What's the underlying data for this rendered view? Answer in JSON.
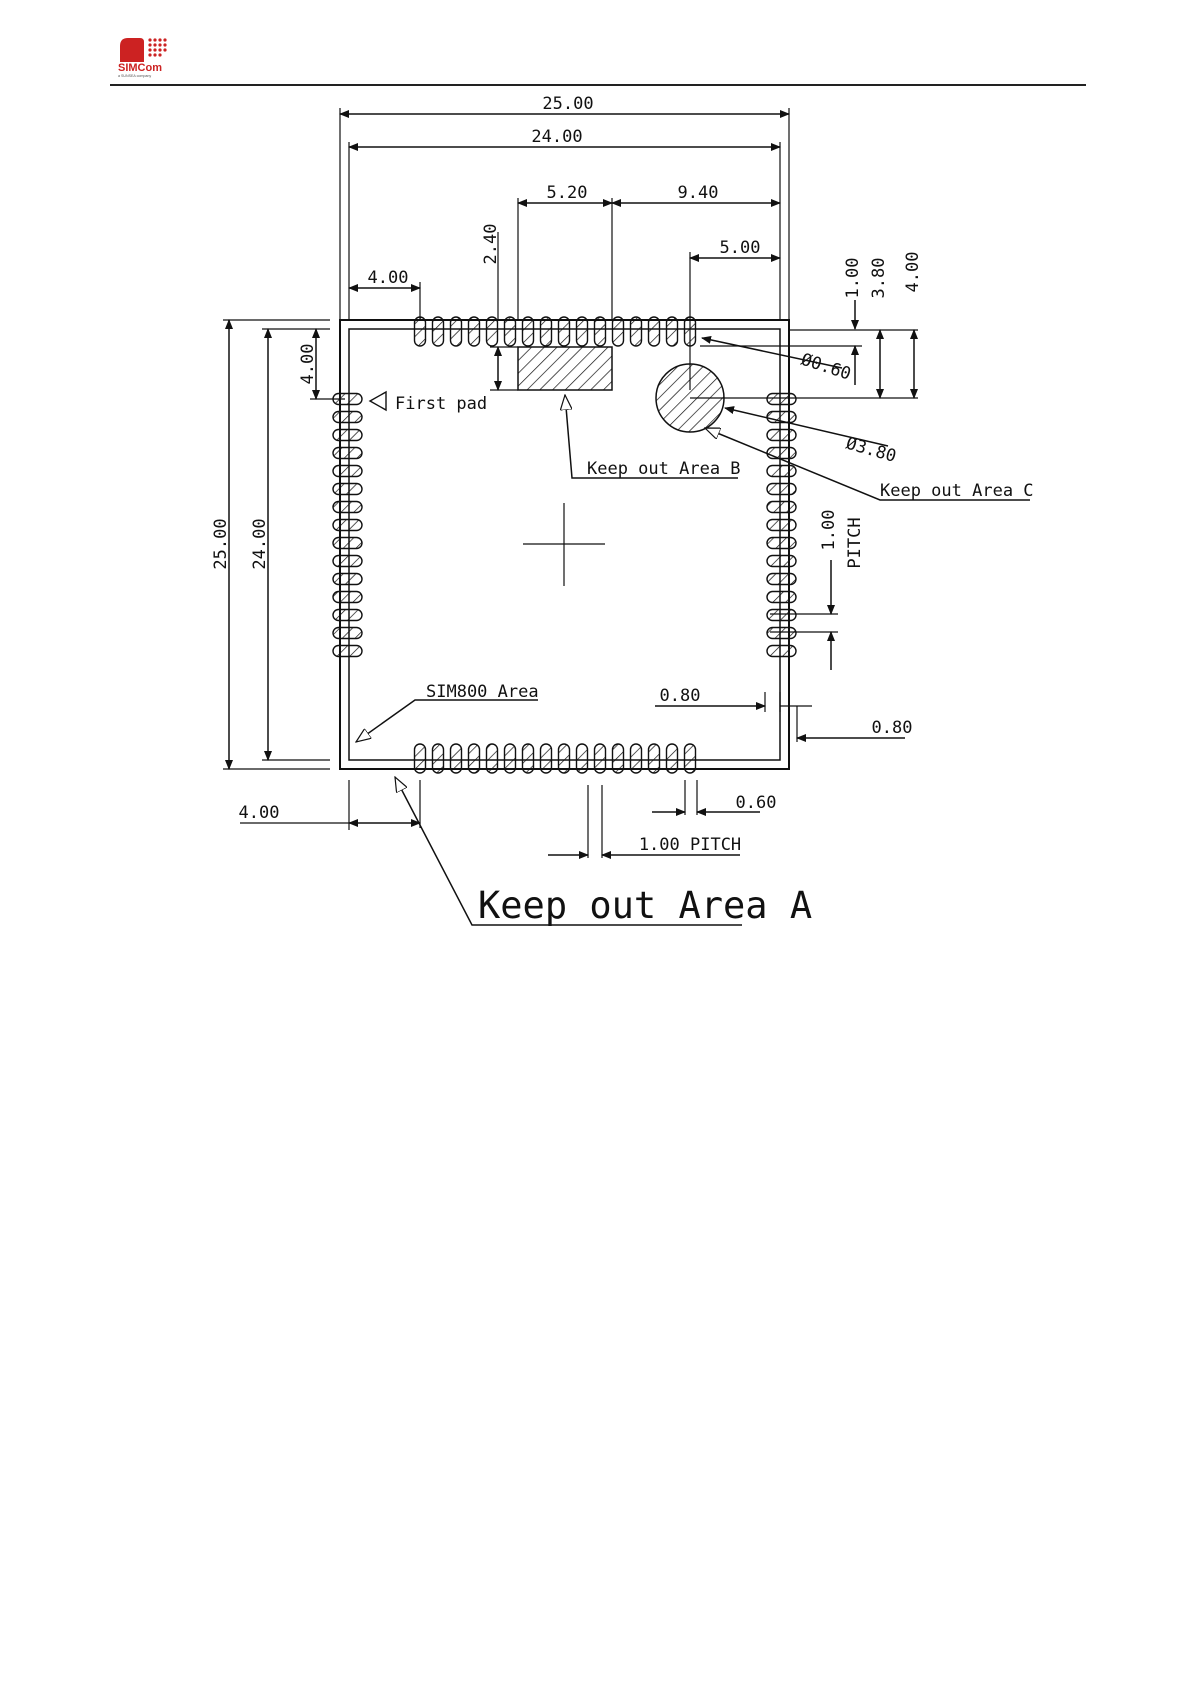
{
  "header": {
    "logo_text": "SIMCom",
    "logo_subtext": "a SUNSEA company",
    "brand_color": "#cc2222"
  },
  "drawing": {
    "width_outer": "25.00",
    "width_inner": "24.00",
    "keepout_b_width": "5.20",
    "keepout_b_to_edge": "9.40",
    "circle_to_edge": "5.00",
    "keepout_b_depth": "2.40",
    "top_pad_offset": "4.00",
    "left_pad_offset": "4.00",
    "first_pad": "First pad",
    "pad_dia": "Ø0.60",
    "dim_1_00": "1.00",
    "dim_3_80": "3.80",
    "dim_4_00": "4.00",
    "circle_dia": "Ø3.80",
    "keepout_b": "Keep out Area B",
    "keepout_c": "Keep out Area C",
    "height_outer": "25.00",
    "height_inner": "24.00",
    "pitch_value": "1.00",
    "pitch_label": "PITCH",
    "sim800_area": "SIM800 Area",
    "gap_inner": "0.80",
    "gap_outer": "0.80",
    "bottom_left_offset": "4.00",
    "pad_width": "0.60",
    "bottom_pitch": "1.00 PITCH",
    "keepout_a": "Keep out Area A"
  }
}
